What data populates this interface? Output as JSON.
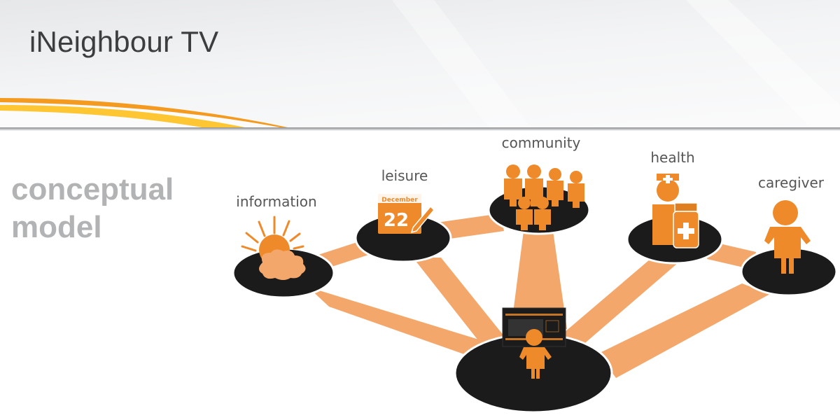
{
  "slide": {
    "title": "iNeighbour TV",
    "subtitle_line1": "conceptual",
    "subtitle_line2": "model"
  },
  "colors": {
    "accent_orange": "#ef8a2a",
    "beam_orange": "#f4a76a",
    "node_black": "#1b1b1b",
    "swoosh_yellow": "#fdc632",
    "swoosh_orange": "#f39a1f"
  },
  "diagram": {
    "center": {
      "id": "user-tv",
      "icon": "person-watching-tv-icon"
    },
    "nodes": [
      {
        "id": "information",
        "label": "information",
        "icon": "sun-cloud-icon"
      },
      {
        "id": "leisure",
        "label": "leisure",
        "icon": "calendar-icon",
        "calendar_month": "December",
        "calendar_day": "22"
      },
      {
        "id": "community",
        "label": "community",
        "icon": "group-of-people-icon"
      },
      {
        "id": "health",
        "label": "health",
        "icon": "nurse-medicine-icon"
      },
      {
        "id": "caregiver",
        "label": "caregiver",
        "icon": "person-icon"
      }
    ],
    "connections": [
      [
        "information",
        "leisure"
      ],
      [
        "leisure",
        "community"
      ],
      [
        "health",
        "caregiver"
      ],
      [
        "information",
        "user-tv"
      ],
      [
        "leisure",
        "user-tv"
      ],
      [
        "community",
        "user-tv"
      ],
      [
        "health",
        "user-tv"
      ],
      [
        "caregiver",
        "user-tv"
      ]
    ]
  }
}
